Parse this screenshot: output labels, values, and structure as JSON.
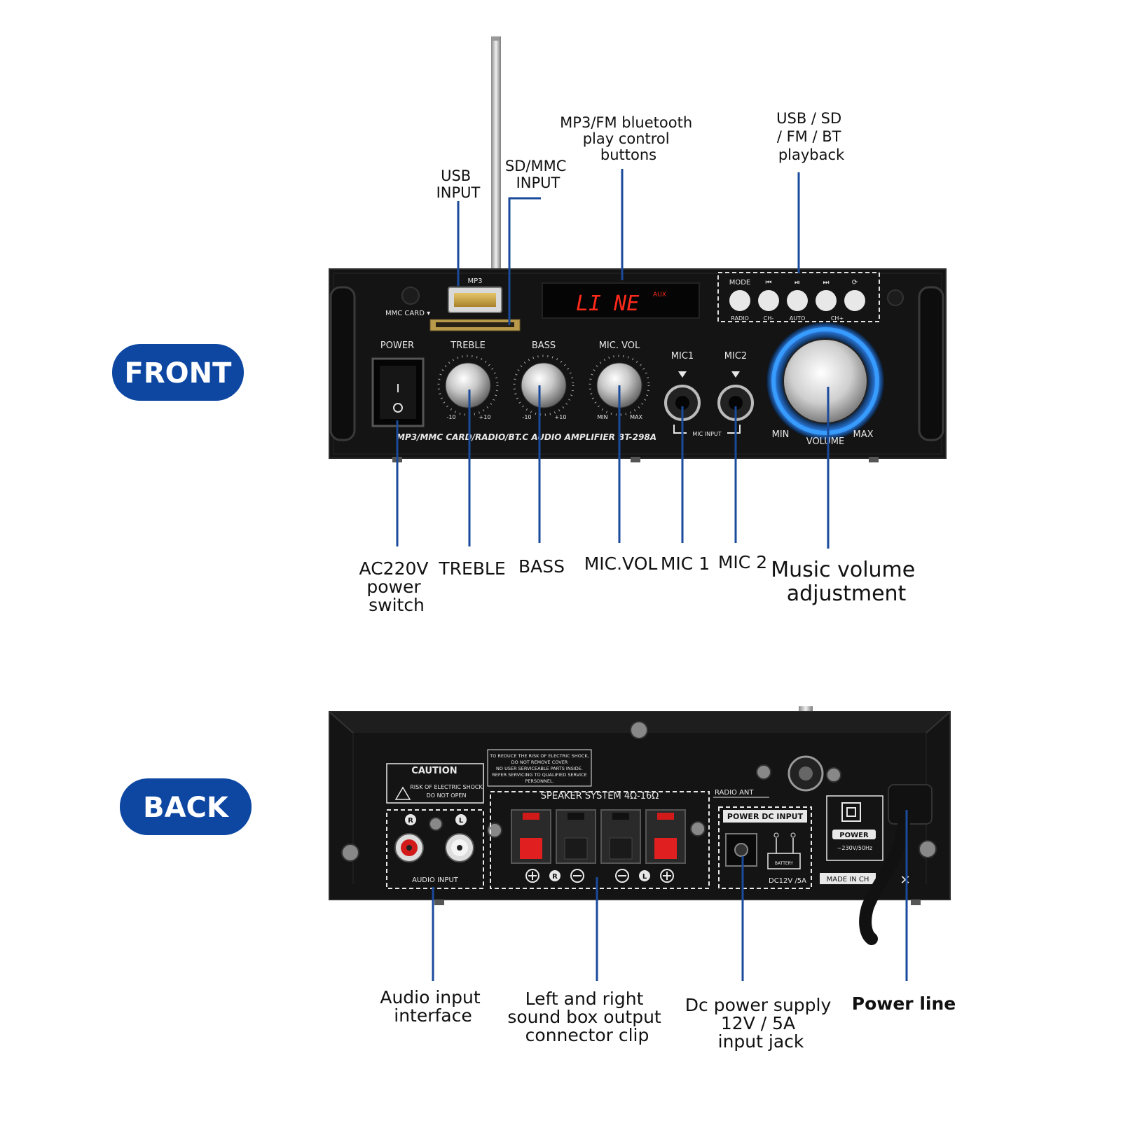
{
  "sections": {
    "front_label": "FRONT",
    "back_label": "BACK"
  },
  "front_callouts": {
    "usb_input": [
      "USB",
      "INPUT"
    ],
    "sd_mmc_input": [
      "SD/MMC",
      "INPUT"
    ],
    "play_control": [
      "MP3/FM bluetooth",
      "play control",
      "buttons"
    ],
    "playback": [
      "USB / SD",
      "/ FM / BT",
      "playback"
    ],
    "power_switch": [
      "AC220V",
      "power",
      "switch"
    ],
    "treble": "TREBLE",
    "bass": "BASS",
    "mic_vol": "MIC.VOL",
    "mic1": "MIC 1",
    "mic2": "MIC 2",
    "music_volume": [
      "Music volume",
      "adjustment"
    ]
  },
  "back_callouts": {
    "audio_input": [
      "Audio input",
      "interface"
    ],
    "speaker_output": [
      "Left and right",
      "sound box output",
      "connector clip"
    ],
    "dc_power": [
      "Dc power supply",
      "12V / 5A",
      "input jack"
    ],
    "power_line": "Power line"
  },
  "front_panel": {
    "mp3_port": "MP3",
    "mmc_card": "MMC CARD ▾",
    "display": "LI NE",
    "display_badge": "AUX",
    "buttons_top": [
      "MODE",
      "⏮",
      "⏯",
      "⏭",
      "⟳"
    ],
    "buttons_bottom": [
      "RADIO",
      "CH-",
      "AUTO",
      "",
      "CH+"
    ],
    "power": "POWER",
    "knobs": [
      {
        "name": "TREBLE",
        "min": "-10",
        "max": "+10"
      },
      {
        "name": "BASS",
        "min": "-10",
        "max": "+10"
      },
      {
        "name": "MIC. VOL",
        "min": "MIN",
        "max": "MAX"
      }
    ],
    "mic1": "MIC1",
    "mic2": "MIC2",
    "mic_input": "MIC INPUT",
    "model": "MP3/MMC CARD/RADIO/BT.C AUDIO AMPLIFIER BT-298A",
    "volume": "VOLUME",
    "vol_min": "MIN",
    "vol_max": "MAX"
  },
  "back_panel": {
    "caution": "CAUTION",
    "caution_lines": [
      "RISK OF ELECTRIC SHOCK",
      "DO NOT OPEN"
    ],
    "warning_lines": [
      "TO REDUCE THE RISK OF ELECTRIC SHOCK,",
      "DO NOT REMOVE COVER",
      "NO USER SERVICEABLE PARTS INSIDE.",
      "REFER SERVICING TO QUALIFIED SERVICE",
      "PERSONNEL."
    ],
    "r": "R",
    "l": "L",
    "audio_input": "AUDIO INPUT",
    "speaker_system": "SPEAKER SYSTEM 4Ω-16Ω",
    "radio_ant": "RADIO ANT",
    "power_dc_input": "POWER DC INPUT",
    "battery": "BATTERY",
    "dc_rating": "DC12V /5A",
    "power": "POWER",
    "ac_rating": "~230V/50Hz",
    "made_in": "MADE IN CH"
  },
  "colors": {
    "accent_blue": "#1a4a9c",
    "pill_blue": "#0d47a1",
    "panel_black": "#141414",
    "lcd_red": "#ff2a1a",
    "vol_ring": "#3aa0ff"
  }
}
